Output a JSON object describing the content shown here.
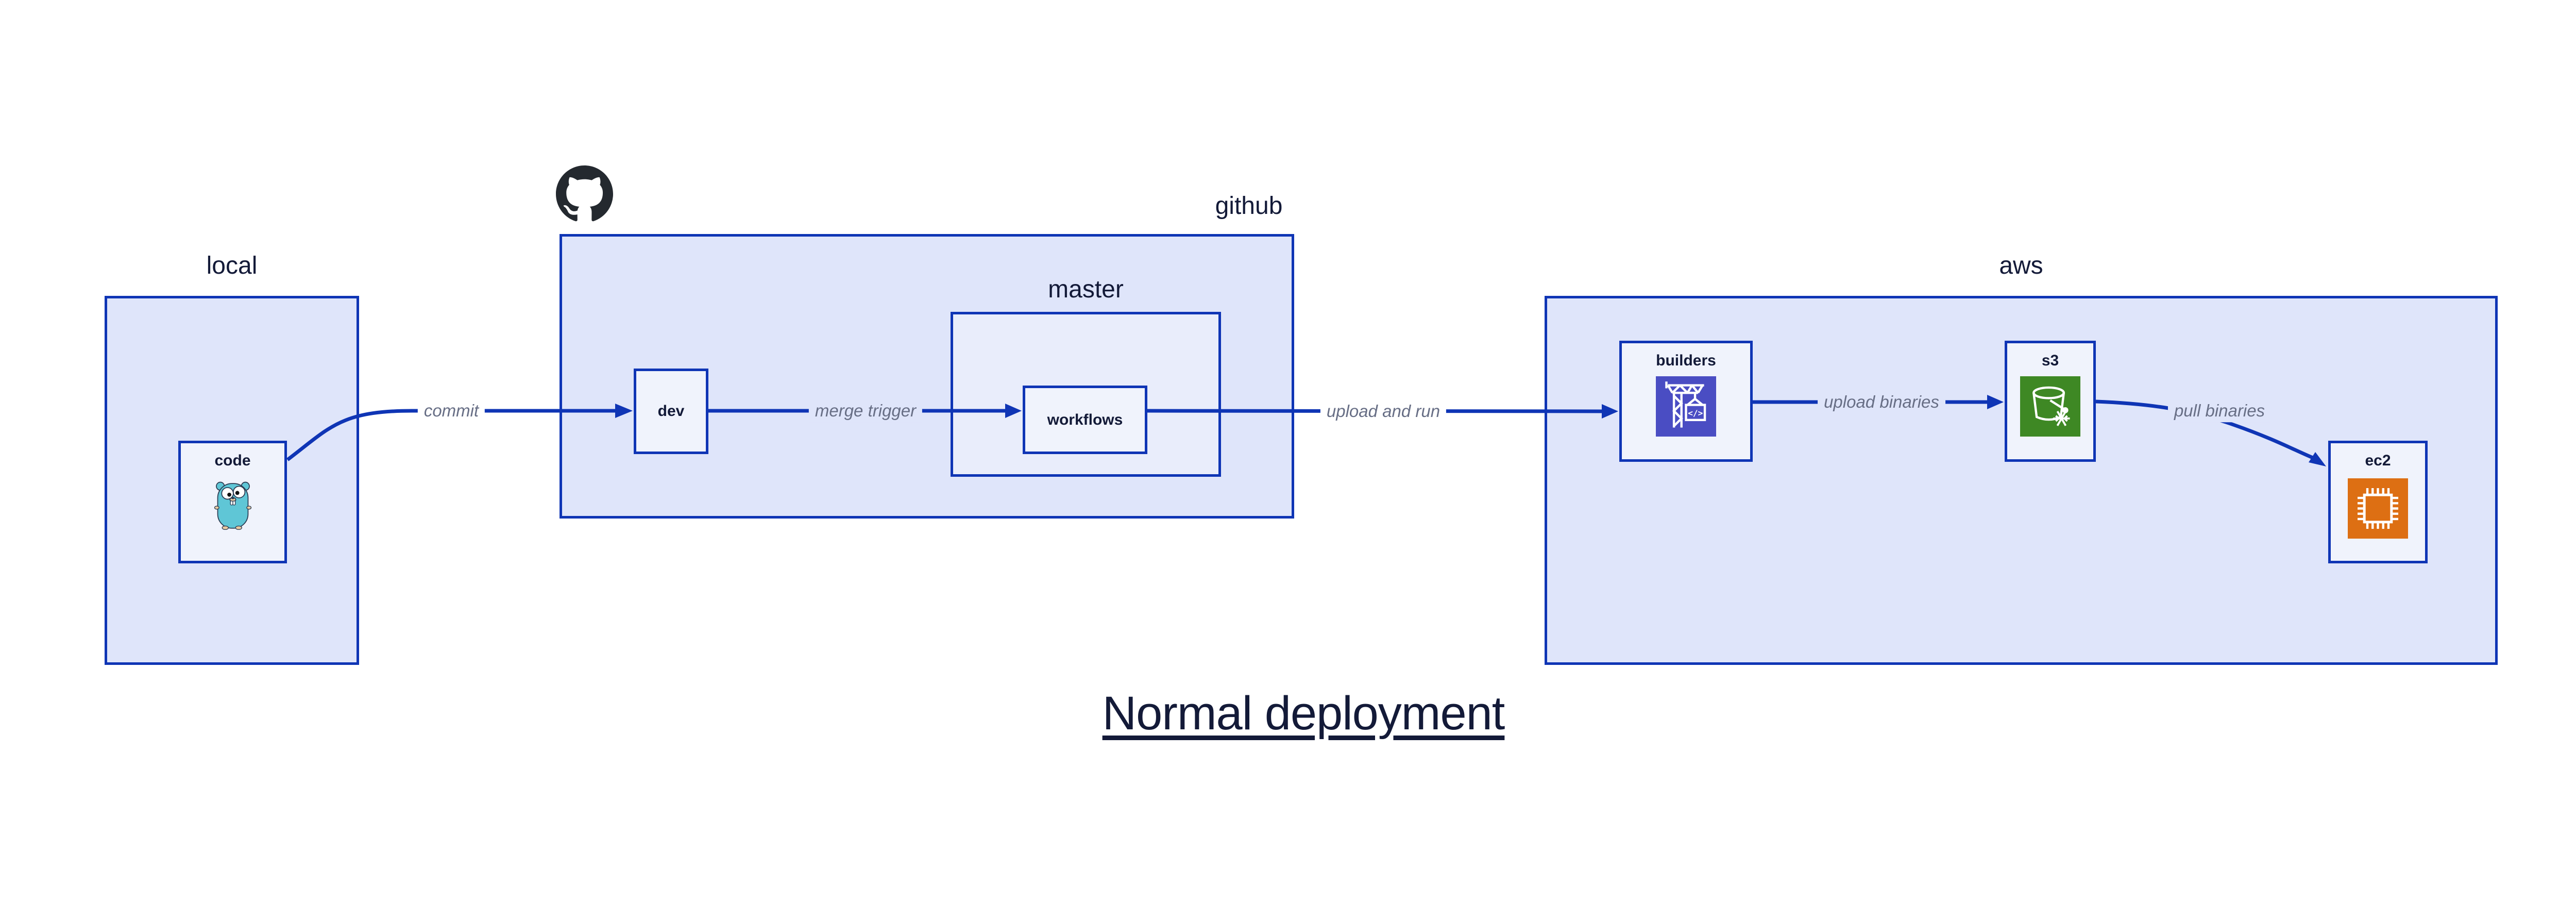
{
  "title": {
    "text": "Normal deployment"
  },
  "groups": {
    "local": {
      "label": "local"
    },
    "github": {
      "label": "github"
    },
    "master": {
      "label": "master"
    },
    "aws": {
      "label": "aws"
    }
  },
  "nodes": {
    "code": {
      "label": "code",
      "icon": "go-gopher"
    },
    "dev": {
      "label": "dev"
    },
    "workflows": {
      "label": "workflows"
    },
    "builders": {
      "label": "builders",
      "icon": "aws-codebuild-crane",
      "icon_glyph": "</>"
    },
    "s3": {
      "label": "s3",
      "icon": "aws-s3-glacier-bucket"
    },
    "ec2": {
      "label": "ec2",
      "icon": "aws-ec2-chip"
    }
  },
  "edges": {
    "commit": {
      "label": "commit",
      "from": "code",
      "to": "dev"
    },
    "merge_trigger": {
      "label": "merge trigger",
      "from": "dev",
      "to": "workflows"
    },
    "upload_and_run": {
      "label": "upload and run",
      "from": "workflows",
      "to": "builders"
    },
    "upload_binaries": {
      "label": "upload binaries",
      "from": "builders",
      "to": "s3"
    },
    "pull_binaries": {
      "label": "pull binaries",
      "from": "s3",
      "to": "ec2"
    }
  },
  "colors": {
    "edge_blue": "#0f35b5",
    "group_fill": "#dfe5fa",
    "inner_group_fill": "#e9edfb",
    "node_fill": "#f0f3fc",
    "label_gray": "#676e85",
    "text_navy": "#131a38",
    "codebuild_indigo": "#4a4dc3",
    "s3_green": "#3e8824",
    "ec2_orange": "#dd6f13",
    "gopher_teal": "#5fc6d6",
    "github_black": "#24292f"
  }
}
